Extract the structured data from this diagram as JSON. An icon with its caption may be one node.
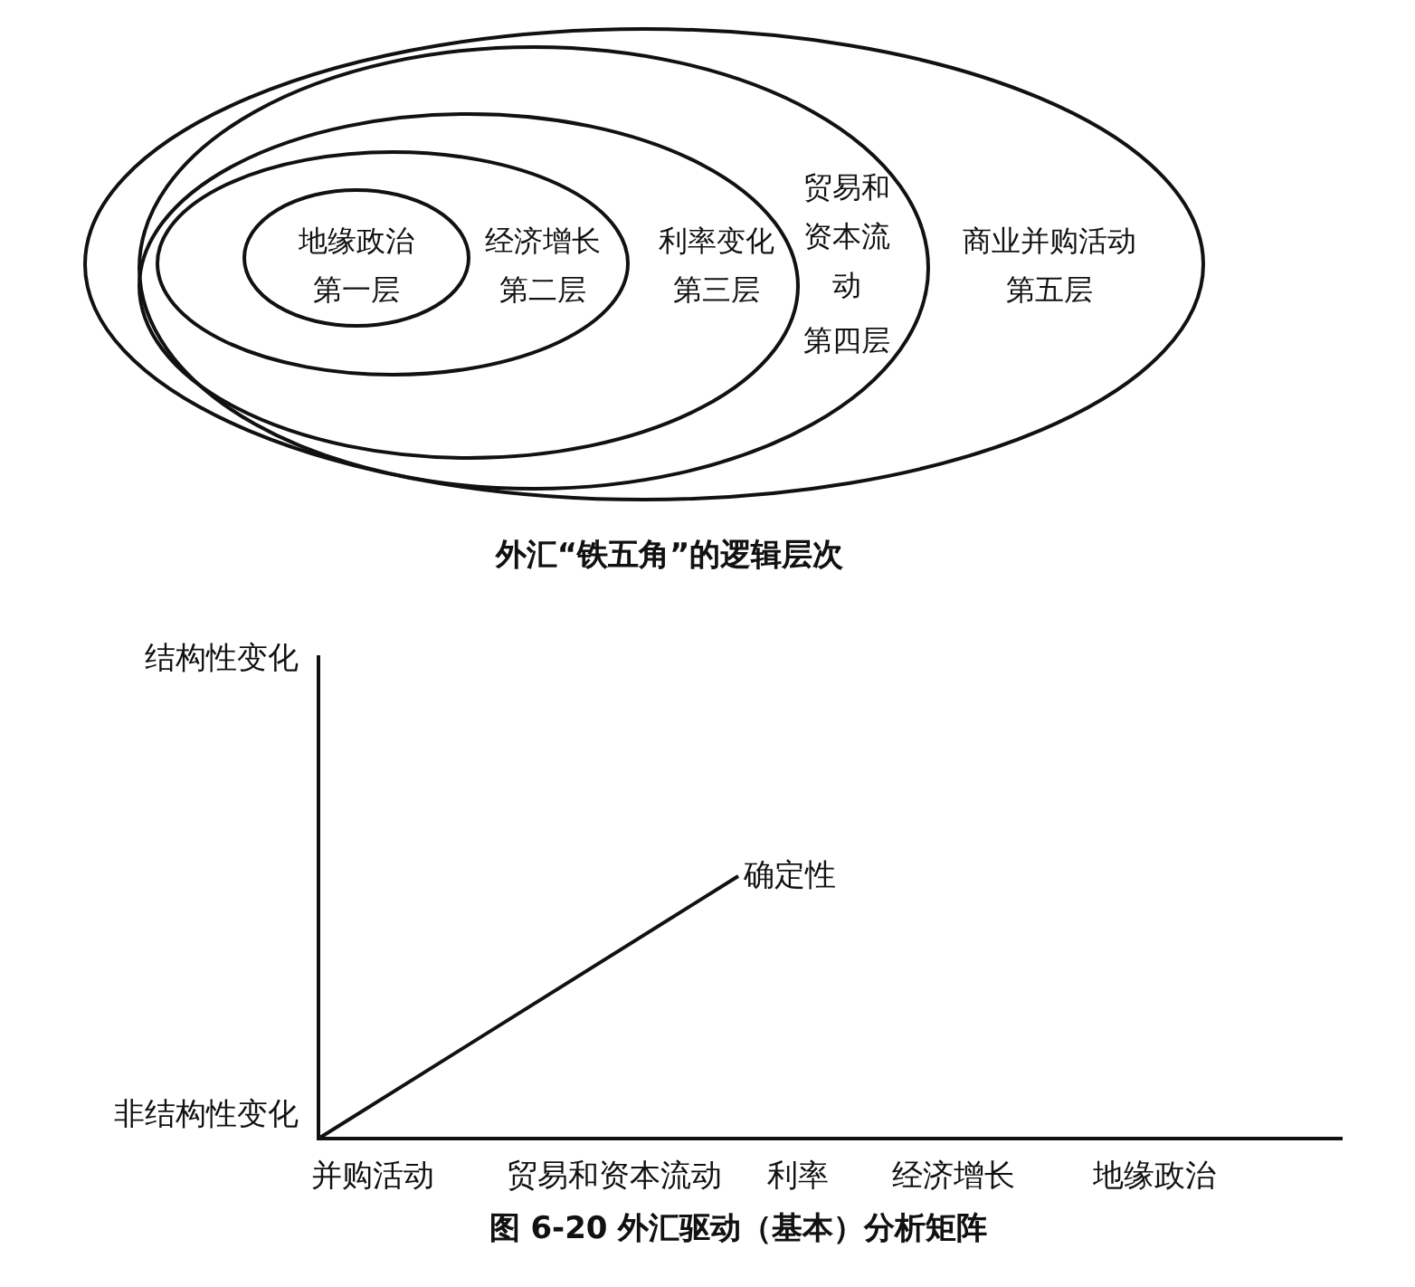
{
  "diagram": {
    "caption": "图 6-20 外汇驱动（基本）分析矩阵",
    "nodes": [
      {
        "text": [
          "商业并购活动",
          "第五层"
        ]
      },
      {
        "text": [
          "贸易和资本流动",
          "第四层"
        ],
        "in": 0
      },
      {
        "text": [
          "利率变化",
          "第三层"
        ],
        "in": 1
      },
      {
        "text": [
          "经济增长",
          "第二层"
        ],
        "in": 2
      },
      {
        "text": [
          "地缘政治",
          "第一层"
        ],
        "in": 3
      }
    ],
    "labels": [
      "外汇“铁五角”的逻辑层次",
      "结构性变化",
      "确定性",
      "非结构性变化",
      "并购活动",
      "贸易和资本流动",
      "利率",
      "经济增长",
      "地缘政治"
    ]
  }
}
